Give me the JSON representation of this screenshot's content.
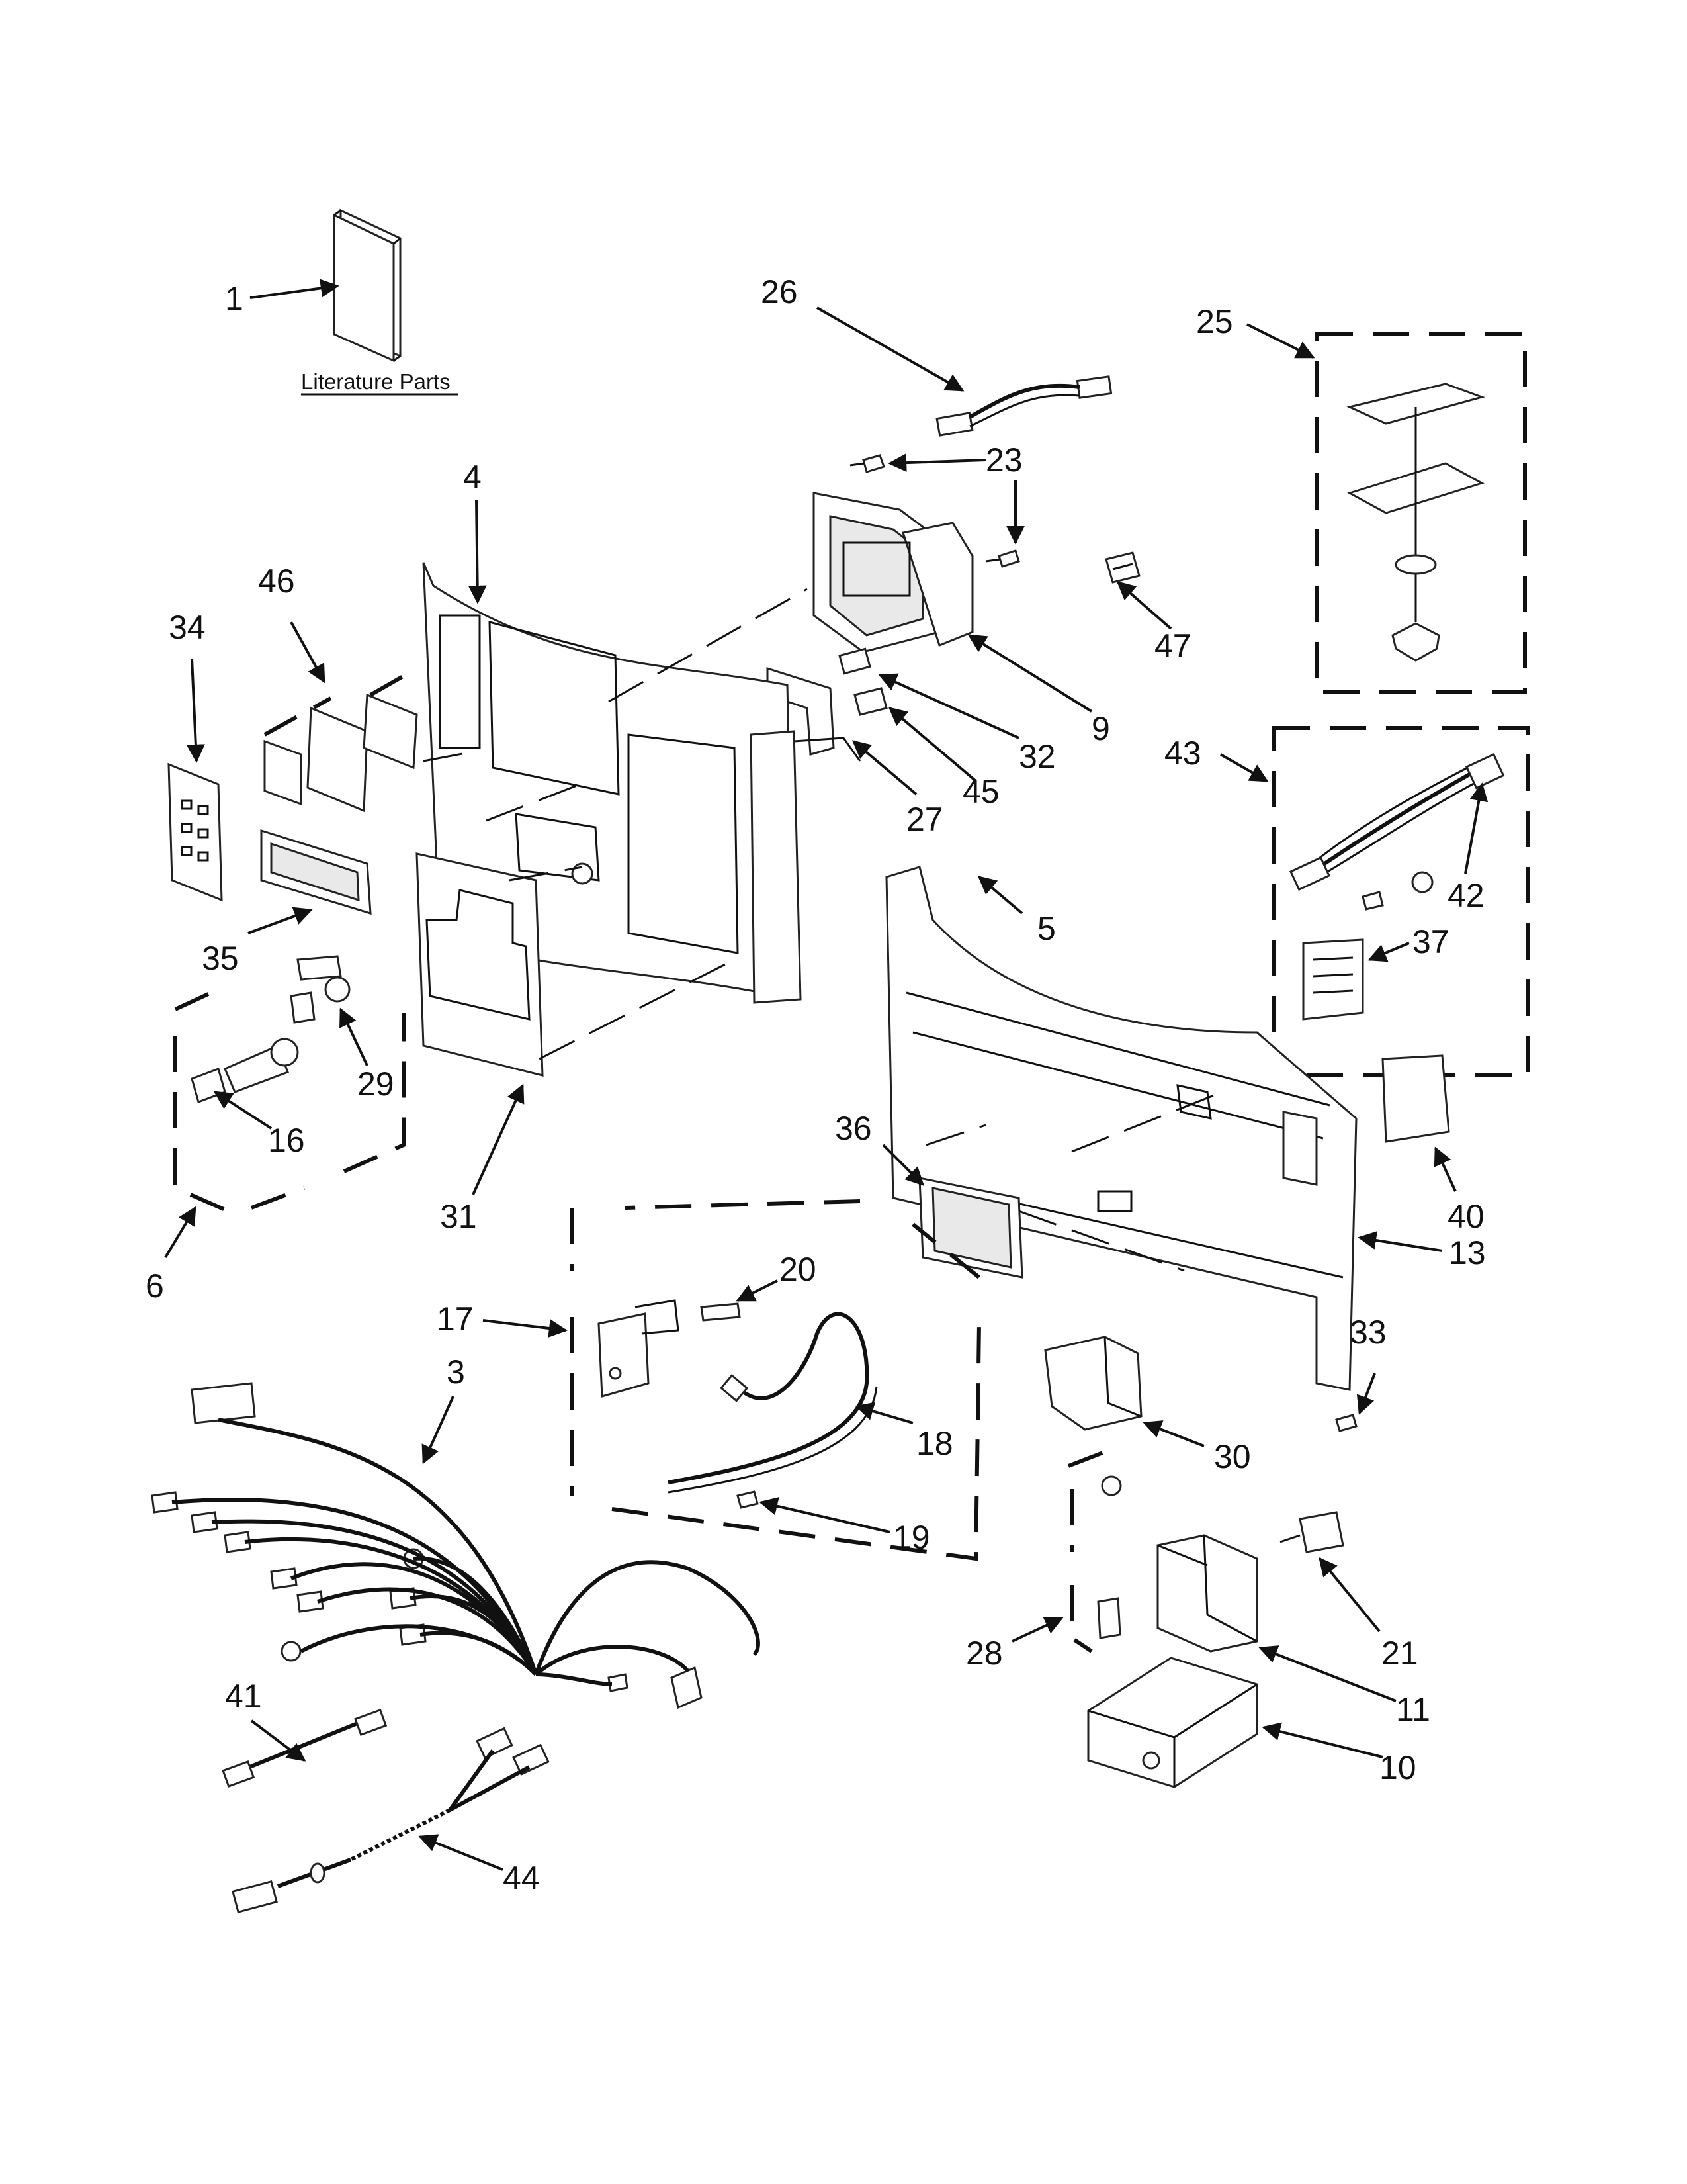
{
  "literature": {
    "caption": "Literature Parts"
  },
  "callouts": [
    "1",
    "26",
    "25",
    "4",
    "23",
    "46",
    "34",
    "47",
    "9",
    "32",
    "45",
    "27",
    "43",
    "42",
    "5",
    "37",
    "35",
    "29",
    "16",
    "31",
    "36",
    "40",
    "13",
    "6",
    "20",
    "17",
    "33",
    "3",
    "18",
    "30",
    "19",
    "28",
    "21",
    "11",
    "41",
    "10",
    "44"
  ]
}
